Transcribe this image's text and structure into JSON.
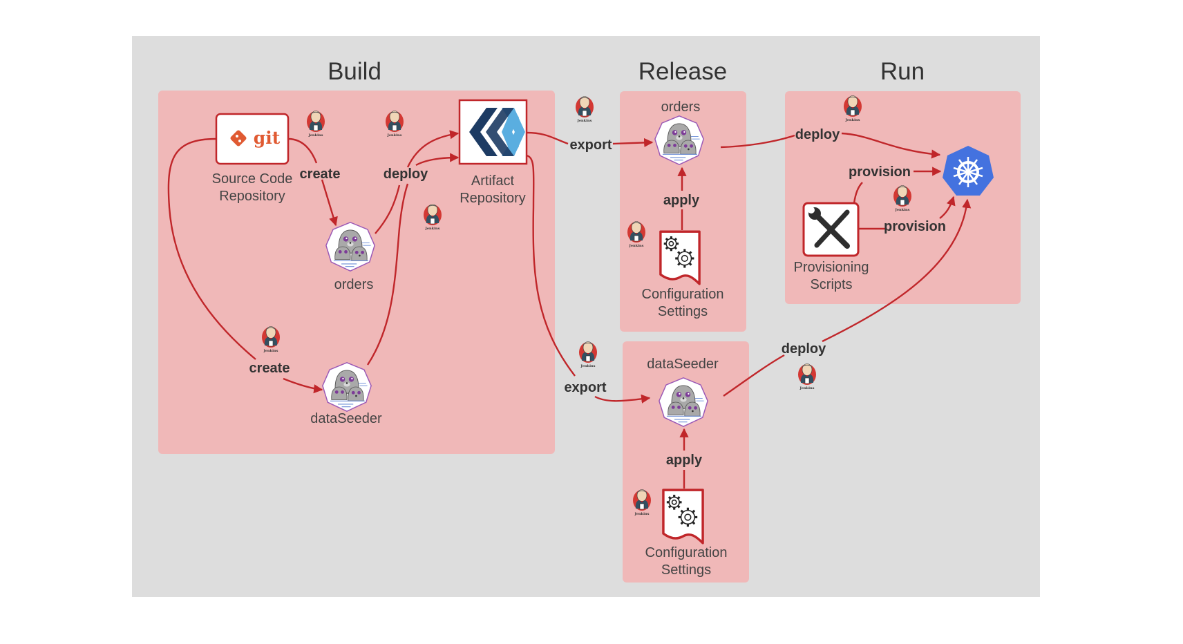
{
  "stages": [
    {
      "id": "build",
      "title": "Build"
    },
    {
      "id": "release",
      "title": "Release"
    },
    {
      "id": "run",
      "title": "Run"
    }
  ],
  "colors": {
    "background": "#dddddd",
    "stage_panel": "#f0b8b8",
    "edge": "#c0262a",
    "git": "#e05a32",
    "kubernetes": "#4472df",
    "artifact_dark": "#1d3b63",
    "artifact_light": "#5aaee0",
    "seal_border": "#9b59b6"
  },
  "nodes": {
    "git": {
      "logo_text": "git",
      "label_line1": "Source Code",
      "label_line2": "Repository",
      "icon": "git-logo-icon"
    },
    "artifact": {
      "label_line1": "Artifact",
      "label_line2": "Repository",
      "icon": "artifact-repository-icon"
    },
    "build_orders": {
      "label": "orders",
      "icon": "seal-icon"
    },
    "build_dataseeder": {
      "label": "dataSeeder",
      "icon": "seal-icon"
    },
    "release_orders": {
      "label": "orders",
      "icon": "seal-icon"
    },
    "release_orders_config": {
      "label_line1": "Configuration",
      "label_line2": "Settings",
      "icon": "gears-document-icon"
    },
    "release_dataseeder": {
      "label": "dataSeeder",
      "icon": "seal-icon"
    },
    "release_dataseeder_config": {
      "label_line1": "Configuration",
      "label_line2": "Settings",
      "icon": "gears-document-icon"
    },
    "provisioning": {
      "label_line1": "Provisioning",
      "label_line2": "Scripts",
      "icon": "wrench-screwdriver-icon"
    },
    "kubernetes": {
      "icon": "kubernetes-wheel-icon"
    }
  },
  "edges": {
    "git_create_orders": "create",
    "git_create_dataseeder": "create",
    "orders_deploy_artifact": "deploy",
    "artifact_export_orders": "export",
    "artifact_export_dataseeder": "export",
    "config_apply_orders": "apply",
    "config_apply_dataseeder": "apply",
    "orders_deploy_k8s": "deploy",
    "dataseeder_deploy_k8s": "deploy",
    "scripts_provision_top": "provision",
    "scripts_provision_bottom": "provision"
  },
  "jenkins": {
    "label": "Jenkins",
    "icon": "jenkins-butler-icon"
  }
}
